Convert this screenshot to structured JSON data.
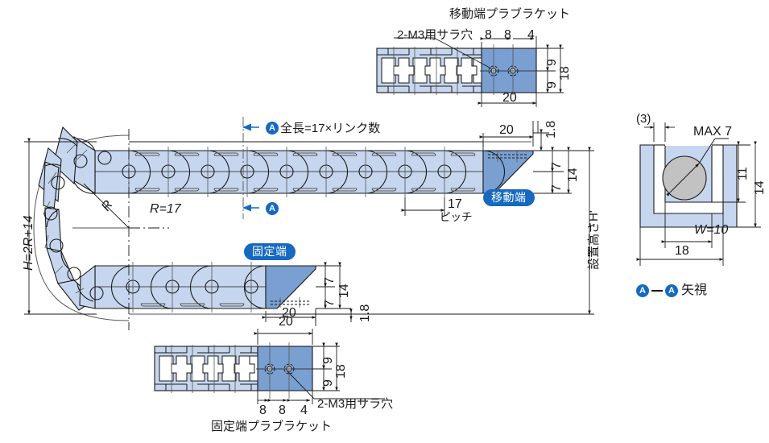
{
  "drawing": {
    "title": "cable-carrier-chain-technical-drawing",
    "colors": {
      "chain_fill": "#c5d6ee",
      "bracket_fill": "#7a9fd1",
      "line": "#1a1a1a",
      "thin_line": "#555555",
      "badge_blue": "#1669c1",
      "circle_gray": "#c2c2c2",
      "white": "#ffffff"
    }
  },
  "top_view": {
    "callout_holes": "2-M3用サラ穴",
    "caption": "移動端プラブラケット",
    "dim_8a": "8",
    "dim_8b": "8",
    "dim_4": "4",
    "dim_20": "20",
    "dim_9a": "9",
    "dim_9b": "9",
    "dim_18": "18"
  },
  "bottom_view": {
    "callout_holes": "2-M3用サラ穴",
    "caption": "固定端プラブラケット",
    "dim_8a": "8",
    "dim_8b": "8",
    "dim_4": "4",
    "dim_20": "20",
    "dim_9a": "9",
    "dim_9b": "9",
    "dim_18": "18"
  },
  "side_view": {
    "overall_length": "全長=17×リンク数",
    "pitch_value": "17",
    "pitch_label": "ピッチ",
    "radius_label": "R",
    "radius_value": "R=17",
    "height_formula": "H=2R+14",
    "install_height": "設置高さH'",
    "badge_moving": "移動端",
    "badge_fixed": "固定端",
    "section_mark": "A",
    "moving_end": {
      "dim_20": "20",
      "dim_1_8": "1.8",
      "dim_7a": "7",
      "dim_7b": "7",
      "dim_14": "14"
    },
    "fixed_end": {
      "dim_20": "20",
      "dim_1_8": "1.8",
      "dim_7a": "7",
      "dim_7b": "7",
      "dim_14": "14"
    }
  },
  "section_view": {
    "dim_3": "(3)",
    "max_label": "MAX 7",
    "dim_11": "11",
    "dim_14": "14",
    "dim_18": "18",
    "width_label": "W=10",
    "view_label_left": "A",
    "view_label_right": "A",
    "view_label_text": "矢視"
  }
}
